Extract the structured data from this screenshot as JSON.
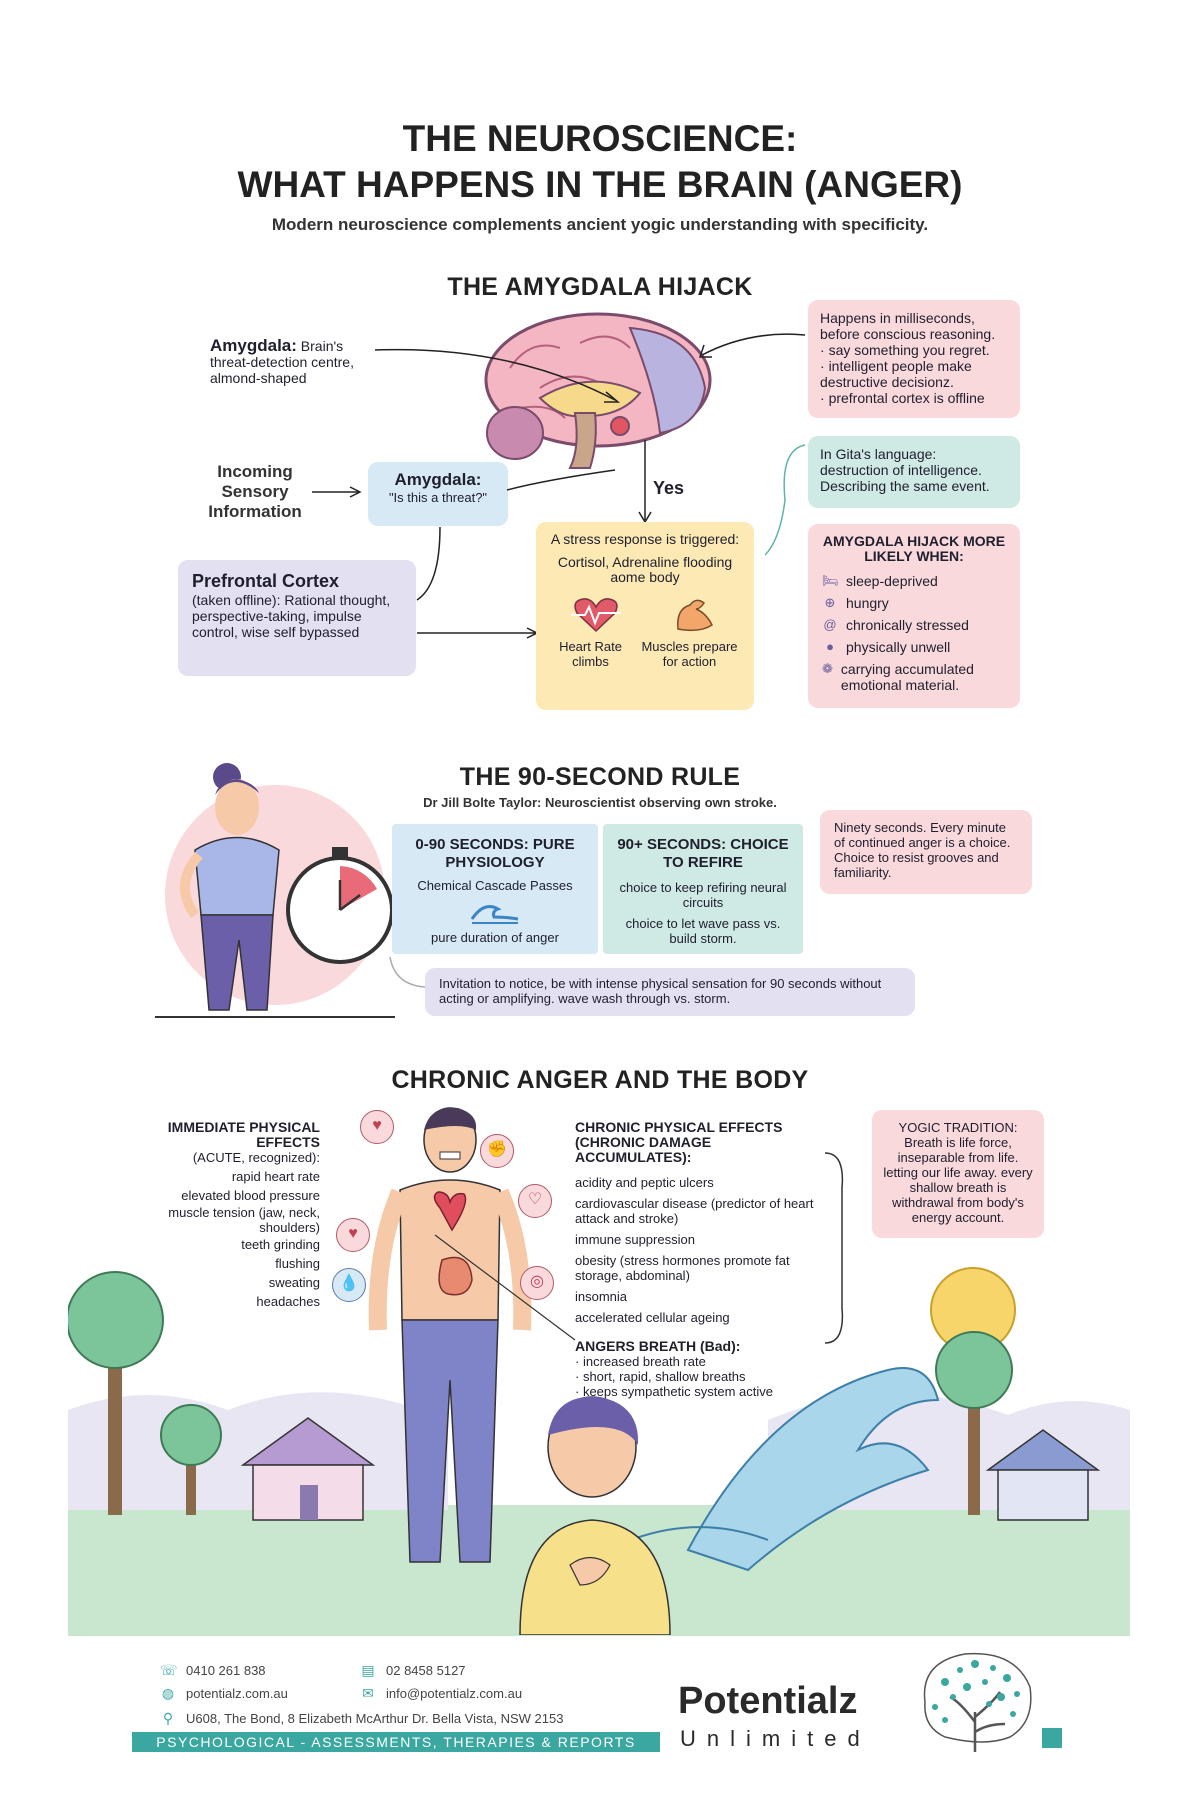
{
  "header": {
    "title_line1": "THE NEUROSCIENCE:",
    "title_line2": "WHAT HAPPENS IN THE BRAIN (ANGER)",
    "subtitle": "Modern neuroscience complements ancient yogic understanding with specificity."
  },
  "amygdala": {
    "section_title": "THE AMYGDALA HIJACK",
    "amygdala_label_bold": "Amygdala:",
    "amygdala_label_rest": " Brain's threat-detection centre, almond-shaped",
    "incoming": "Incoming Sensory Information",
    "question_title": "Amygdala:",
    "question_text": "\"Is this a threat?\"",
    "yes": "Yes",
    "prefrontal_title": "Prefrontal Cortex",
    "prefrontal_text": "(taken offline): Rational thought, perspective-taking, impulse control, wise self bypassed",
    "stress_title": "A stress response is triggered:",
    "stress_text": "Cortisol, Adrenaline flooding aome body",
    "heart_rate": "Heart Rate climbs",
    "muscles": "Muscles prepare for action",
    "milliseconds": {
      "intro": "Happens in milliseconds, before conscious reasoning.",
      "items": [
        "say something you regret.",
        "intelligent people make destructive decisionz.",
        "prefrontal cortex is offline"
      ]
    },
    "gita": "In Gita's language: destruction of intelligence. Describing the same event.",
    "likely_title": "AMYGDALA HIJACK MORE LIKELY WHEN:",
    "likely_items": [
      {
        "icon": "bed-icon",
        "glyph": "🛏",
        "text": "sleep-deprived"
      },
      {
        "icon": "plate-icon",
        "glyph": "⊕",
        "text": "hungry"
      },
      {
        "icon": "spiral-icon",
        "glyph": "@",
        "text": "chronically stressed"
      },
      {
        "icon": "virus-icon",
        "glyph": "●",
        "text": "physically unwell"
      },
      {
        "icon": "knot-icon",
        "glyph": "❁",
        "text": "carrying accumulated emotional material."
      }
    ]
  },
  "rule90": {
    "section_title": "THE 90-SECOND RULE",
    "subtitle": "Dr Jill Bolte Taylor: Neuroscientist observing own stroke.",
    "left_title": "0-90 SECONDS: PURE PHYSIOLOGY",
    "left_sub": "Chemical Cascade Passes",
    "left_foot": "pure duration of anger",
    "right_title": "90+ SECONDS: CHOICE TO REFIRE",
    "right_line1": "choice to keep refiring neural circuits",
    "right_line2": "choice to let wave pass vs. build storm.",
    "note": "Ninety seconds. Every minute of continued anger is a choice. Choice to resist grooves and familiarity.",
    "invitation": "Invitation to notice, be with intense physical sensation for 90 seconds without acting or amplifying. wave wash through vs. storm."
  },
  "chronic": {
    "section_title": "CHRONIC ANGER AND THE BODY",
    "immediate_title": "IMMEDIATE PHYSICAL EFFECTS",
    "immediate_sub": "(ACUTE, recognized):",
    "immediate_items": [
      "rapid heart rate",
      "elevated blood pressure",
      "muscle tension (jaw, neck, shoulders)",
      "teeth grinding",
      "flushing",
      "sweating",
      "headaches"
    ],
    "chronic_title": "CHRONIC PHYSICAL EFFECTS (CHRONIC DAMAGE ACCUMULATES):",
    "chronic_items": [
      "acidity and peptic ulcers",
      "cardiovascular disease (predictor of heart attack and stroke)",
      "immune suppression",
      "obesity (stress hormones promote fat storage, abdominal)",
      "insomnia",
      "accelerated cellular ageing"
    ],
    "breath_title": "ANGERS BREATH (Bad):",
    "breath_items": [
      "increased breath rate",
      "short, rapid, shallow breaths",
      "keeps sympathetic system active"
    ],
    "yogic": "YOGIC TRADITION: Breath is life force, inseparable from life. letting our life away. every shallow breath is withdrawal from body's energy account."
  },
  "footer": {
    "phone": "0410  261 838",
    "fax": "02 8458 5127",
    "web": "potentialz.com.au",
    "email": "info@potentialz.com.au",
    "address": "U608, The Bond, 8 Elizabeth McArthur Dr. Bella Vista, NSW 2153",
    "tagline": "PSYCHOLOGICAL - ASSESSMENTS, THERAPIES & REPORTS",
    "brand1": "Potentialz",
    "brand2": "Unlimited",
    "accent": "#3aa7a0"
  }
}
